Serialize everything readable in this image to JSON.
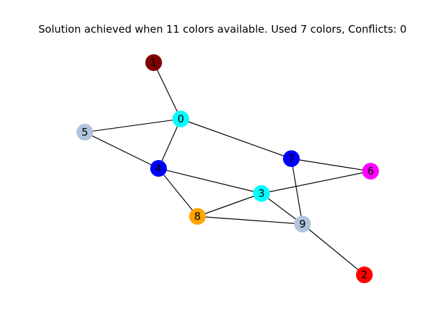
{
  "figure": {
    "title": "Solution achieved when 11 colors available. Used 7 colors, Conflicts: 0"
  },
  "graph": {
    "nodes": [
      {
        "id": "0",
        "label": "0",
        "color": "#00ffff"
      },
      {
        "id": "1",
        "label": "1",
        "color": "#800000"
      },
      {
        "id": "2",
        "label": "2",
        "color": "#ff0000"
      },
      {
        "id": "3",
        "label": "3",
        "color": "#00ffff"
      },
      {
        "id": "4",
        "label": "4",
        "color": "#0000ff"
      },
      {
        "id": "5",
        "label": "5",
        "color": "#b0c4de"
      },
      {
        "id": "6",
        "label": "6",
        "color": "#ff00ff"
      },
      {
        "id": "7",
        "label": "7",
        "color": "#0000ff"
      },
      {
        "id": "8",
        "label": "8",
        "color": "#ffa500"
      },
      {
        "id": "9",
        "label": "9",
        "color": "#b0c4de"
      }
    ],
    "edges": [
      [
        "0",
        "1"
      ],
      [
        "0",
        "5"
      ],
      [
        "0",
        "4"
      ],
      [
        "0",
        "7"
      ],
      [
        "5",
        "4"
      ],
      [
        "4",
        "3"
      ],
      [
        "4",
        "8"
      ],
      [
        "7",
        "6"
      ],
      [
        "7",
        "9"
      ],
      [
        "3",
        "6"
      ],
      [
        "3",
        "8"
      ],
      [
        "3",
        "9"
      ],
      [
        "8",
        "9"
      ],
      [
        "9",
        "2"
      ]
    ],
    "edge_color": "#000000",
    "label_color": "#000000"
  }
}
